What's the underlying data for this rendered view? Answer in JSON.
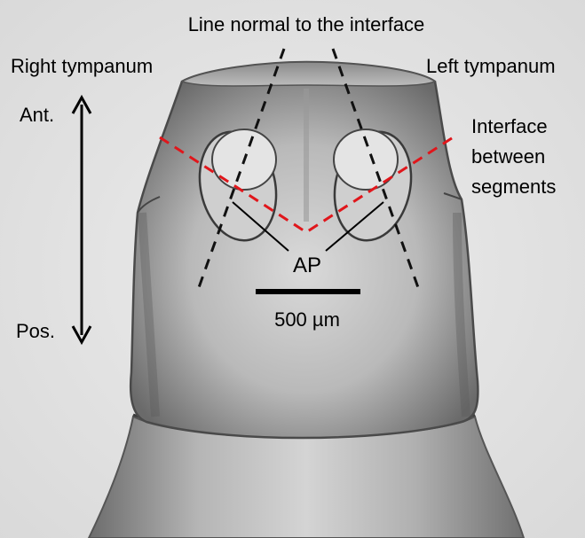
{
  "figure": {
    "labels": {
      "top_note": "Line normal to the interface",
      "right_tympanum": "Right tympanum",
      "left_tympanum": "Left tympanum",
      "anterior": "Ant.",
      "posterior": "Pos.",
      "interface_line1": "Interface",
      "interface_line2": "between",
      "interface_line3": "segments",
      "ap": "AP",
      "scale": "500 µm"
    },
    "colors": {
      "background": "#e6e6e6",
      "drawing": "#4a4a4a",
      "normal_lines": "#111111",
      "interface_line": "#e0161b",
      "text": "#000000"
    },
    "icons": [
      "double-headed-arrow",
      "scale-bar"
    ]
  }
}
